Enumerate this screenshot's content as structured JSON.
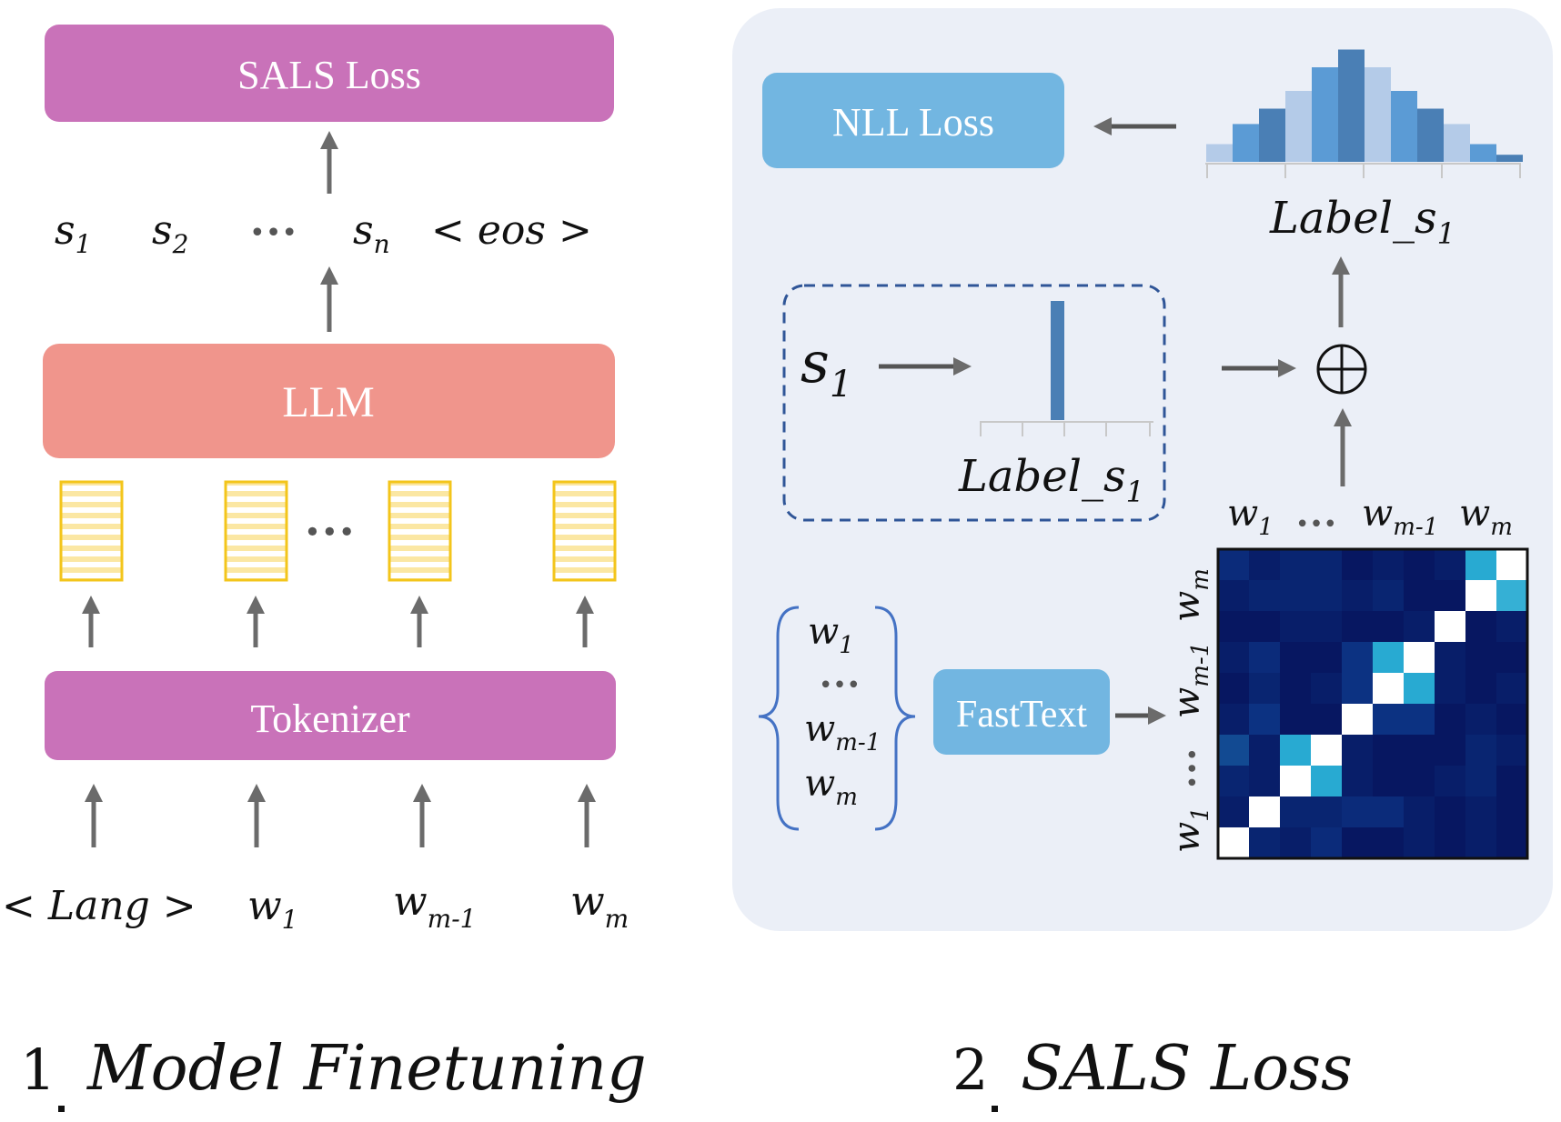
{
  "colors": {
    "magenta_box": "#c972b9",
    "llm_box": "#f0958c",
    "blue_box": "#72b6e1",
    "panel_bg": "#ebeff7",
    "token_border": "#f3c51b",
    "token_stripe": "#fbe7a3",
    "arrow": "#6b6b6b",
    "dashed": "#2f5597",
    "brace": "#4472c4"
  },
  "left": {
    "sals_box": "SALS Loss",
    "llm_box": "LLM",
    "tokenizer_box": "Tokenizer",
    "outputs": [
      {
        "base": "s",
        "sub": "1"
      },
      {
        "base": "s",
        "sub": "2"
      },
      {
        "base": "•••",
        "sub": ""
      },
      {
        "base": "s",
        "sub": "n"
      },
      {
        "base": "< eos >",
        "sub": ""
      }
    ],
    "inputs": [
      {
        "base": "< Lang >",
        "sub": ""
      },
      {
        "base": "w",
        "sub": "1"
      },
      {
        "base": "w",
        "sub": "m-1"
      },
      {
        "base": "w",
        "sub": "m"
      }
    ],
    "token_dots": "•••",
    "caption_num": "1",
    "caption_text": "Model Finetuning"
  },
  "right": {
    "nll_box": "NLL Loss",
    "fasttext_box": "FastText",
    "label_top": {
      "base": "Label_s",
      "sub": "1"
    },
    "label_inner": {
      "base": "Label_s",
      "sub": "1"
    },
    "s1": {
      "base": "s",
      "sub": "1"
    },
    "plus_icon": "circled-plus",
    "brace_items": [
      {
        "base": "w",
        "sub": "1"
      },
      {
        "base": "•••",
        "sub": ""
      },
      {
        "base": "w",
        "sub": "m-1"
      },
      {
        "base": "w",
        "sub": "m"
      }
    ],
    "matrix_top_labels": [
      {
        "base": "w",
        "sub": "1"
      },
      {
        "base": "•••",
        "sub": ""
      },
      {
        "base": "w",
        "sub": "m-1"
      },
      {
        "base": "w",
        "sub": "m"
      }
    ],
    "matrix_side_labels": [
      {
        "base": "w",
        "sub": "m"
      },
      {
        "base": "w",
        "sub": "m-1"
      },
      {
        "base": "•••",
        "sub": ""
      },
      {
        "base": "w",
        "sub": "1"
      }
    ],
    "caption_num": "2",
    "caption_text": "SALS Loss"
  },
  "histogram": {
    "values": [
      0.15,
      0.32,
      0.45,
      0.6,
      0.8,
      0.95,
      0.8,
      0.6,
      0.45,
      0.32,
      0.15,
      0.06
    ],
    "colors": [
      "#b4cbe8",
      "#5b9bd5",
      "#4a7fb5",
      "#b4cbe8",
      "#5b9bd5",
      "#4a7fb5",
      "#b4cbe8",
      "#5b9bd5",
      "#4a7fb5",
      "#b4cbe8",
      "#5b9bd5",
      "#4a7fb5"
    ]
  },
  "heatmap": {
    "size": 10,
    "cells": [
      [
        0.25,
        0.15,
        0.2,
        0.2,
        0.1,
        0.15,
        0.1,
        0.15,
        0.55,
        1.0
      ],
      [
        0.15,
        0.2,
        0.2,
        0.2,
        0.15,
        0.2,
        0.1,
        0.1,
        1.0,
        0.6
      ],
      [
        0.1,
        0.1,
        0.15,
        0.15,
        0.1,
        0.1,
        0.15,
        1.0,
        0.1,
        0.15
      ],
      [
        0.15,
        0.25,
        0.1,
        0.1,
        0.3,
        0.55,
        1.0,
        0.15,
        0.1,
        0.1
      ],
      [
        0.1,
        0.2,
        0.1,
        0.15,
        0.3,
        1.0,
        0.55,
        0.15,
        0.1,
        0.15
      ],
      [
        0.15,
        0.3,
        0.1,
        0.1,
        1.0,
        0.3,
        0.3,
        0.1,
        0.15,
        0.1
      ],
      [
        0.35,
        0.15,
        0.55,
        1.0,
        0.15,
        0.1,
        0.1,
        0.1,
        0.2,
        0.15
      ],
      [
        0.2,
        0.15,
        1.0,
        0.55,
        0.15,
        0.1,
        0.1,
        0.15,
        0.2,
        0.1
      ],
      [
        0.15,
        1.0,
        0.2,
        0.2,
        0.25,
        0.25,
        0.15,
        0.1,
        0.15,
        0.1
      ],
      [
        1.0,
        0.2,
        0.15,
        0.25,
        0.1,
        0.1,
        0.15,
        0.1,
        0.15,
        0.1
      ]
    ]
  }
}
